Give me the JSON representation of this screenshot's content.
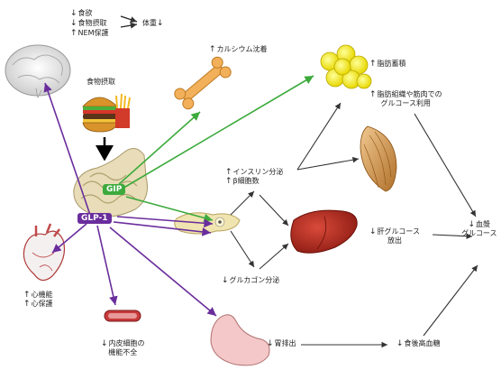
{
  "top_left": {
    "appetite": "食欲",
    "food_intake": "食物摂取",
    "energy_expenditure": "NEM保護"
  },
  "body_weight": "体重",
  "food_label": "食物摂取",
  "bone_label": "カルシウム沈着",
  "fat_label": "脂肪蓄積",
  "muscle_label": {
    "line1": "脂肪組織や筋肉での",
    "line2": "グルコース利用"
  },
  "gip_label": "GIP",
  "glp1_label": "GLP-1",
  "pancreas_label": {
    "line1": "インスリン分泌",
    "line2": "β細胞数"
  },
  "glucagon_label": "グルカゴン分泌",
  "liver_label": {
    "line1": "肝グルコース",
    "line2": "放出"
  },
  "blood_label": {
    "line1": "血漿",
    "line2": "グルコース"
  },
  "heart_label": {
    "line1": "心機能",
    "line2": "心保護"
  },
  "vessel_label": {
    "line1": "内皮細胞の",
    "line2": "機能不全"
  },
  "stomach_label": "胃排出",
  "postprandial_label": "食後高血糖",
  "arrows": {
    "up": "↑",
    "down": "↓"
  },
  "colors": {
    "gip": "#3caa3c",
    "glp1": "#6a2d9c",
    "arrow": "#333333"
  }
}
